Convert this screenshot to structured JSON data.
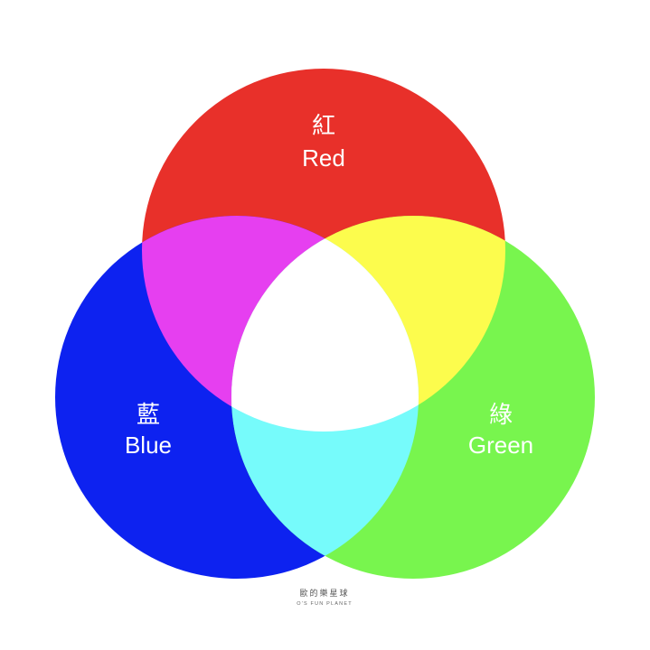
{
  "circles": [
    {
      "id": "red",
      "label_zh": "紅",
      "label_en": "Red",
      "color": "#e8302a"
    },
    {
      "id": "blue",
      "label_zh": "藍",
      "label_en": "Blue",
      "color": "#0d22f0"
    },
    {
      "id": "green",
      "label_zh": "綠",
      "label_en": "Green",
      "color": "#78f54e"
    }
  ],
  "overlaps": {
    "red_blue": {
      "color": "#e63ff0"
    },
    "red_green": {
      "color": "#fcfc4d"
    },
    "blue_green": {
      "color": "#76fbfb"
    },
    "all": {
      "color": "#ffffff"
    }
  },
  "watermark": {
    "text_zh": "歐的樂星球",
    "text_en": "O'S FUN PLANET"
  }
}
